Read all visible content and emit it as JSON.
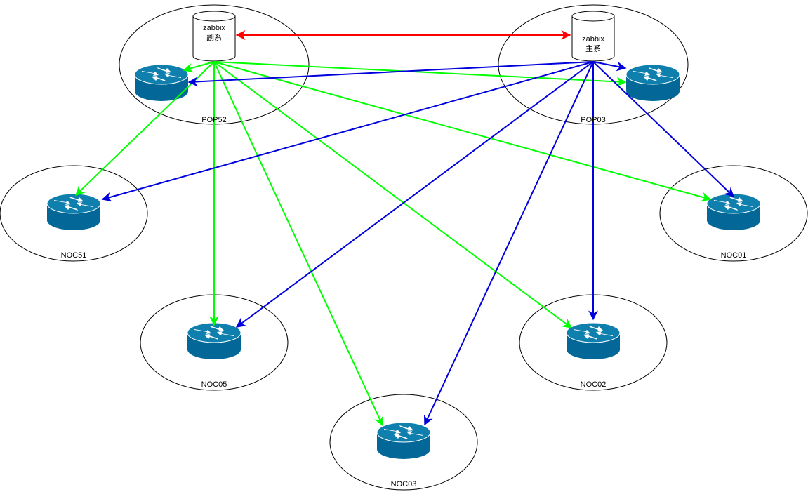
{
  "colors": {
    "replication": "#ff0000",
    "secondary_links": "#00ff00",
    "primary_links": "#0000dd",
    "router_fill": "#036897",
    "router_top": "#0f7fae",
    "outline": "#000000"
  },
  "sites": {
    "pop52": {
      "label": "POP52"
    },
    "pop03": {
      "label": "POP03"
    },
    "noc51": {
      "label": "NOC51"
    },
    "noc01": {
      "label": "NOC01"
    },
    "noc05": {
      "label": "NOC05"
    },
    "noc02": {
      "label": "NOC02"
    },
    "noc03": {
      "label": "NOC03"
    }
  },
  "servers": {
    "secondary": {
      "line1": "zabbix",
      "line2": "副系",
      "site": "pop52"
    },
    "primary": {
      "line1": "zabbix",
      "line2": "主系",
      "site": "pop03"
    }
  },
  "links": {
    "replication": {
      "from": "secondary",
      "to": "primary",
      "bidirectional": true
    },
    "secondary": {
      "from": "secondary",
      "targets": [
        "pop52",
        "pop03",
        "noc51",
        "noc05",
        "noc03",
        "noc02",
        "noc01"
      ]
    },
    "primary": {
      "from": "primary",
      "targets": [
        "pop03",
        "pop52",
        "noc51",
        "noc05",
        "noc03",
        "noc02",
        "noc01"
      ]
    }
  }
}
